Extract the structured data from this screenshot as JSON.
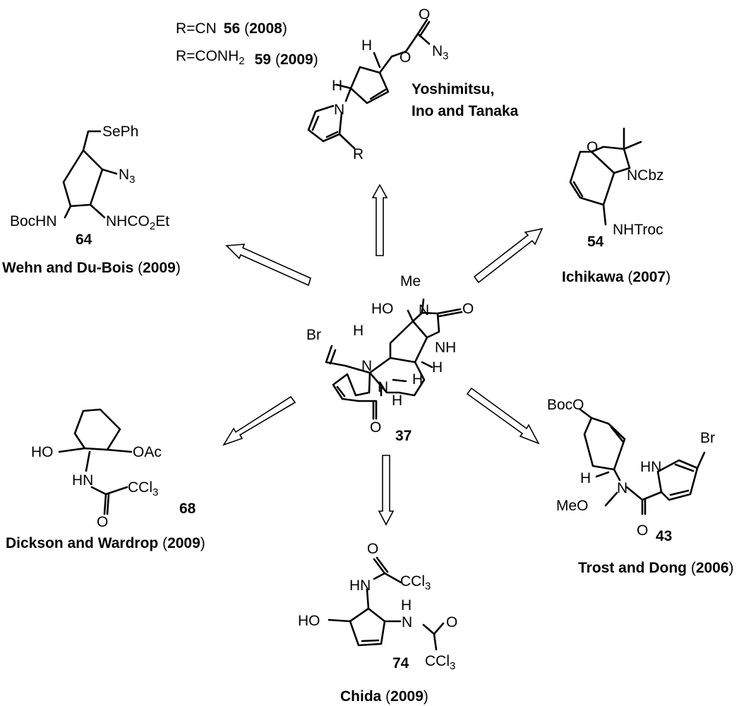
{
  "colors": {
    "ink": "#000000",
    "background": "#ffffff",
    "arrow_fill": "#ffffff"
  },
  "center": {
    "label": "37",
    "atoms": {
      "br": "Br",
      "me": "Me",
      "ho": "HO",
      "o": "O",
      "nh_ring": "NH",
      "h1": "H",
      "h2": "H",
      "h3": "H",
      "n_pyr": "N",
      "n_amide": "N",
      "h_amide": "H",
      "h4": "H",
      "n_me": "N",
      "o_amide": "O"
    }
  },
  "yoshimitsu": {
    "r1_prefix": "R=CN",
    "r1_num": "56",
    "r1_year": "2008",
    "r2_prefix": "R=CONH",
    "r2_sub": "2",
    "r2_num": "59",
    "r2_year": "2009",
    "h1": "H",
    "h2": "H",
    "o": "O",
    "o2": "O",
    "n3": "N",
    "n3_sub": "3",
    "n": "N",
    "r": "R",
    "authors_line1": "Yoshimitsu,",
    "authors_line2": "Ino and Tanaka"
  },
  "wehn": {
    "seph": "SePh",
    "n3": "N",
    "n3_sub": "3",
    "bochn": "BocHN",
    "nhco": "NHCO",
    "nhco_sub": "2",
    "nhco_tail": "Et",
    "num": "64",
    "authors": "Wehn and Du-Bois",
    "year": "2009"
  },
  "ichikawa": {
    "o": "O",
    "ncbz": "NCbz",
    "nhtroc": "NHTroc",
    "num": "54",
    "authors": "Ichikawa",
    "year": "2007"
  },
  "dickson": {
    "ho": "HO",
    "oac": "OAc",
    "hn": "HN",
    "ccl": "CCl",
    "ccl_sub": "3",
    "o": "O",
    "num": "68",
    "authors": "Dickson and Wardrop",
    "year": "2009"
  },
  "trost": {
    "boco": "BocO",
    "br": "Br",
    "hn": "HN",
    "h": "H",
    "n": "N",
    "meo": "MeO",
    "o": "O",
    "num": "43",
    "authors": "Trost and  Dong",
    "year": "2006"
  },
  "chida": {
    "o1": "O",
    "hn": "HN",
    "ccl1": "CCl",
    "ccl1_sub": "3",
    "ho": "HO",
    "hn2": "N",
    "h2": "H",
    "o2": "O",
    "ccl2": "CCl",
    "ccl2_sub": "3",
    "num": "74",
    "authors": "Chida",
    "year": "2009"
  }
}
